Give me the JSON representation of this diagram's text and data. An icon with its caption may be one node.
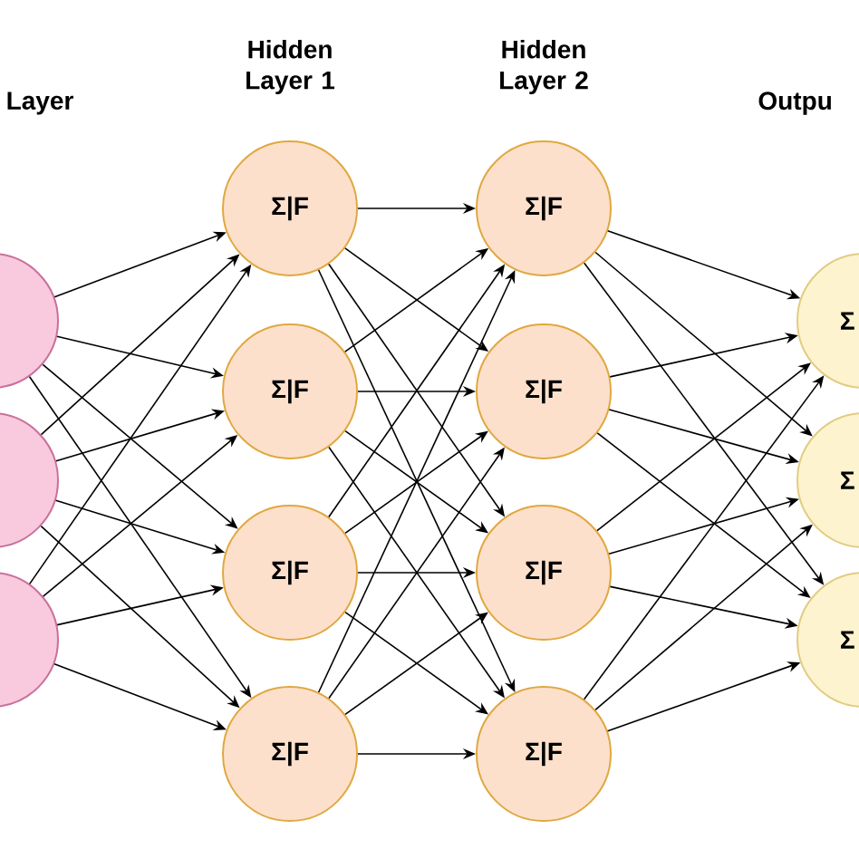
{
  "diagram": {
    "nodes": [
      {
        "text": [],
        "shape": "circle"
      },
      {
        "text": [],
        "shape": "circle"
      },
      {
        "text": [],
        "shape": "circle"
      },
      {
        "text": [
          "Σ|F"
        ]
      },
      {
        "text": [
          "Σ|F"
        ]
      },
      {
        "text": [
          "Σ|F"
        ]
      },
      {
        "text": [
          "Σ|F"
        ]
      },
      {
        "text": [
          "Σ|F"
        ]
      },
      {
        "text": [
          "Σ|F"
        ]
      },
      {
        "text": [
          "Σ|F"
        ]
      },
      {
        "text": [
          "Σ|F"
        ]
      },
      {
        "text": [
          "Σ"
        ]
      },
      {
        "text": [
          "Σ"
        ]
      },
      {
        "text": [
          "Σ"
        ]
      }
    ],
    "edges": [
      {
        "from": 0,
        "to": 3,
        "arrow": "to"
      },
      {
        "from": 0,
        "to": 4,
        "arrow": "to"
      },
      {
        "from": 0,
        "to": 5,
        "arrow": "to"
      },
      {
        "from": 0,
        "to": 6,
        "arrow": "to"
      },
      {
        "from": 1,
        "to": 3,
        "arrow": "to"
      },
      {
        "from": 1,
        "to": 4,
        "arrow": "to"
      },
      {
        "from": 1,
        "to": 5,
        "arrow": "to"
      },
      {
        "from": 1,
        "to": 6,
        "arrow": "to"
      },
      {
        "from": 2,
        "to": 3,
        "arrow": "to"
      },
      {
        "from": 2,
        "to": 4,
        "arrow": "to"
      },
      {
        "from": 2,
        "to": 5,
        "arrow": "to"
      },
      {
        "from": 2,
        "to": 6,
        "arrow": "to"
      },
      {
        "from": 3,
        "to": 7,
        "arrow": "to"
      },
      {
        "from": 3,
        "to": 8,
        "arrow": "to"
      },
      {
        "from": 3,
        "to": 9,
        "arrow": "to"
      },
      {
        "from": 3,
        "to": 10,
        "arrow": "to"
      },
      {
        "from": 4,
        "to": 7,
        "arrow": "to"
      },
      {
        "from": 4,
        "to": 8,
        "arrow": "to"
      },
      {
        "from": 4,
        "to": 9,
        "arrow": "to"
      },
      {
        "from": 4,
        "to": 10,
        "arrow": "to"
      },
      {
        "from": 5,
        "to": 7,
        "arrow": "to"
      },
      {
        "from": 5,
        "to": 8,
        "arrow": "to"
      },
      {
        "from": 5,
        "to": 9,
        "arrow": "to"
      },
      {
        "from": 5,
        "to": 10,
        "arrow": "to"
      },
      {
        "from": 6,
        "to": 7,
        "arrow": "to"
      },
      {
        "from": 6,
        "to": 8,
        "arrow": "to"
      },
      {
        "from": 6,
        "to": 9,
        "arrow": "to"
      },
      {
        "from": 6,
        "to": 10,
        "arrow": "to"
      },
      {
        "from": 7,
        "to": 11,
        "arrow": "to"
      },
      {
        "from": 7,
        "to": 12,
        "arrow": "to"
      },
      {
        "from": 7,
        "to": 13,
        "arrow": "to"
      },
      {
        "from": 8,
        "to": 11,
        "arrow": "to"
      },
      {
        "from": 8,
        "to": 12,
        "arrow": "to"
      },
      {
        "from": 8,
        "to": 13,
        "arrow": "to"
      },
      {
        "from": 9,
        "to": 11,
        "arrow": "to"
      },
      {
        "from": 9,
        "to": 12,
        "arrow": "to"
      },
      {
        "from": 9,
        "to": 13,
        "arrow": "to"
      },
      {
        "from": 10,
        "to": 11,
        "arrow": "to"
      },
      {
        "from": 10,
        "to": 12,
        "arrow": "to"
      },
      {
        "from": 10,
        "to": 13,
        "arrow": "to"
      }
    ],
    "labels": [
      "Layer",
      "Hidden Layer 1",
      "Hidden Layer 2",
      "Outpu"
    ]
  }
}
